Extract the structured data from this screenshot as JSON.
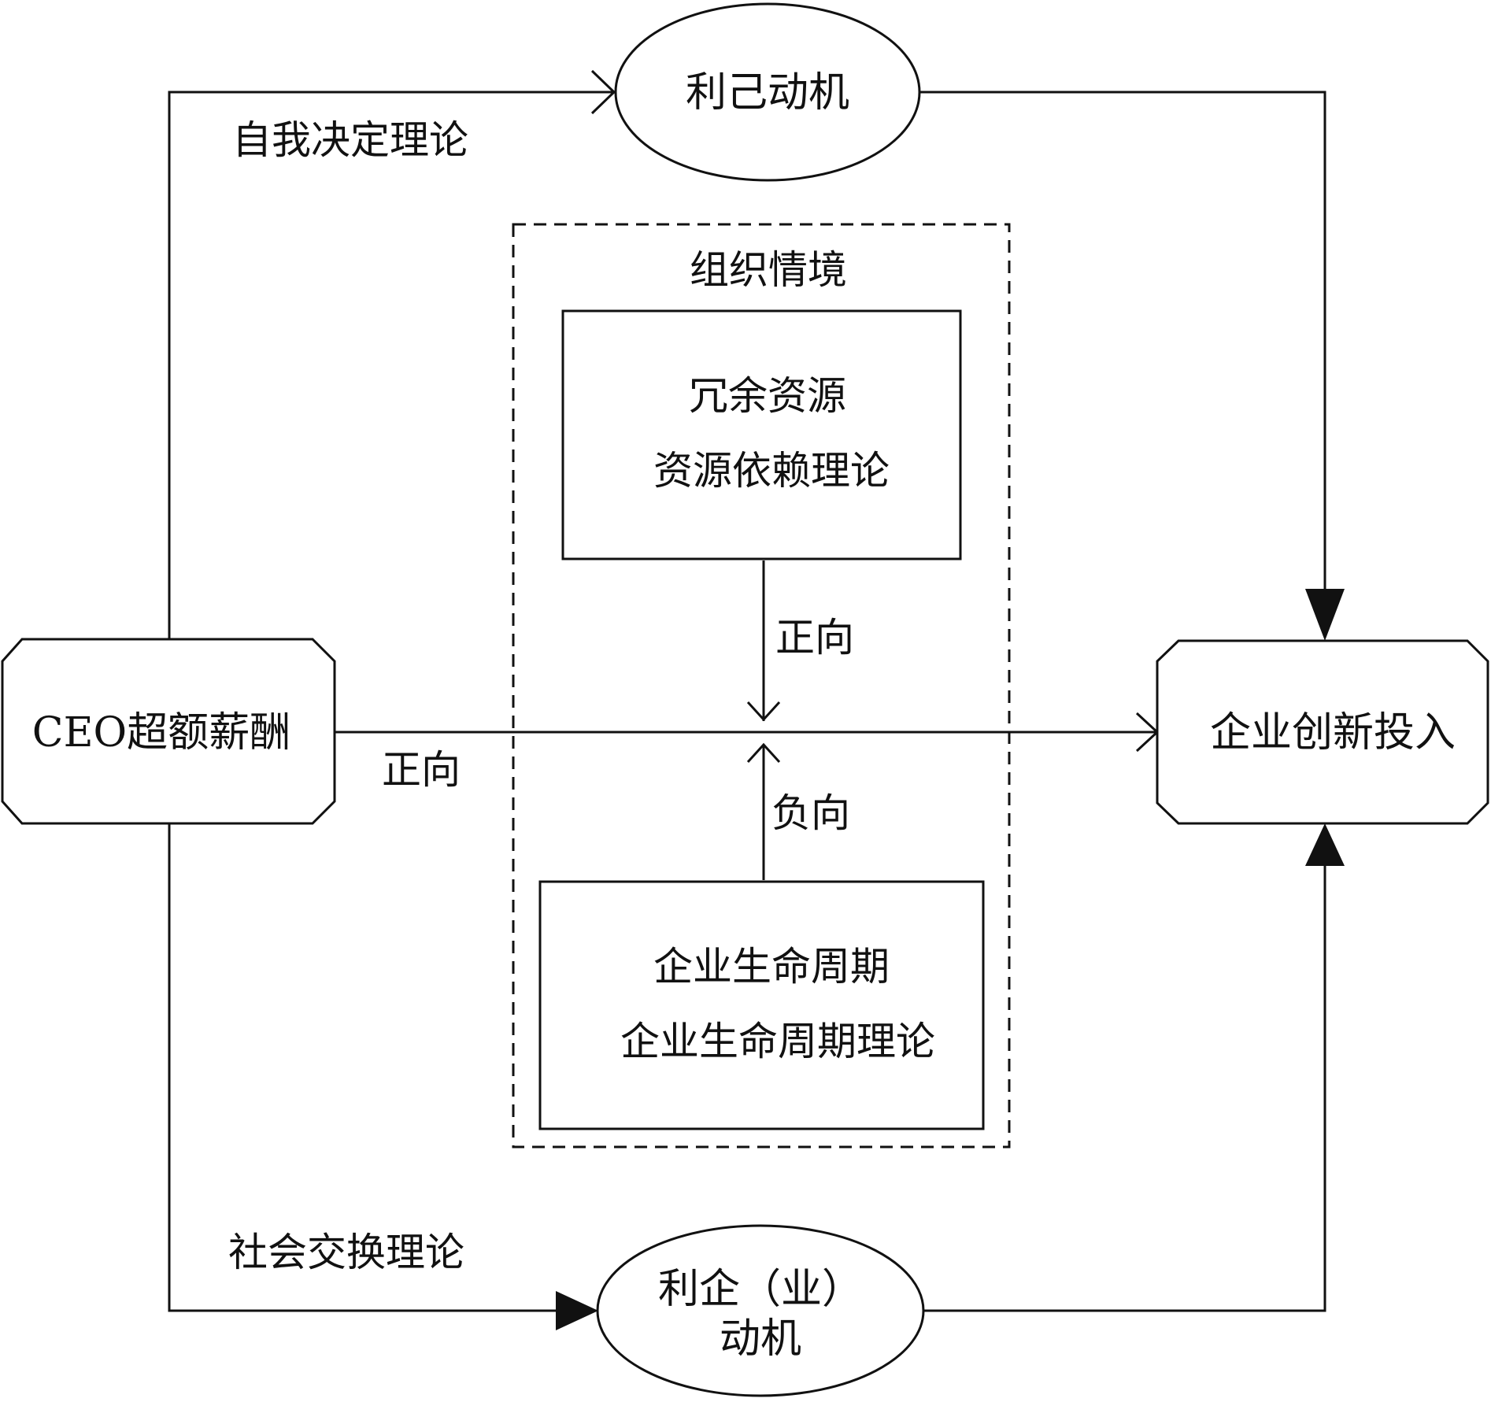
{
  "nodes": {
    "ceo_pay": "CEO超额薪酬",
    "innovation": "企业创新投入",
    "self_interest": "利己动机",
    "pro_firm_line1": "利企（业）",
    "pro_firm_line2": "动机",
    "slack_title": "冗余资源",
    "slack_theory": "资源依赖理论",
    "lifecycle_title": "企业生命周期",
    "lifecycle_theory": "企业生命周期理论"
  },
  "context": {
    "title": "组织情境"
  },
  "edge_labels": {
    "self_determination": "自我决定理论",
    "social_exchange": "社会交换理论",
    "main_positive": "正向",
    "slack_positive": "正向",
    "lifecycle_negative": "负向"
  }
}
